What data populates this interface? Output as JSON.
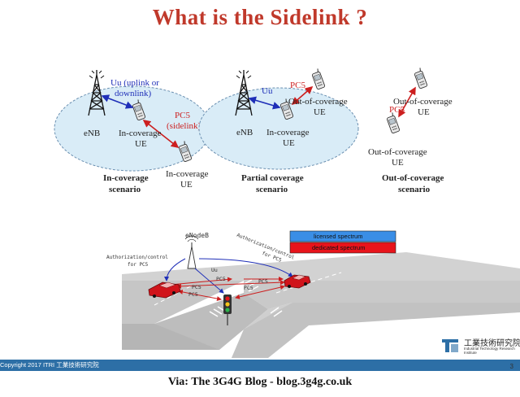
{
  "title": "What is the Sidelink ?",
  "scenario1": {
    "uu_label_1": "Uu (uplink or",
    "uu_label_2": "downlink)",
    "pc5_label_1": "PC5",
    "pc5_label_2": "(sidelink)",
    "enb": "eNB",
    "ue_in_1": "In-coverage",
    "ue_in_2": "UE",
    "ue_in2_1": "In-coverage",
    "ue_in2_2": "UE",
    "caption_1": "In-coverage",
    "caption_2": "scenario"
  },
  "scenario2": {
    "uu_label": "Uu",
    "pc5_label": "PC5",
    "enb": "eNB",
    "ue_in_1": "In-coverage",
    "ue_in_2": "UE",
    "ue_out_1": "Out-of-coverage",
    "ue_out_2": "UE",
    "caption_1": "Partial coverage",
    "caption_2": "scenario"
  },
  "scenario3": {
    "pc5_label": "PC5",
    "ue_out_a_1": "Out-of-coverage",
    "ue_out_a_2": "UE",
    "ue_out_b_1": "Out-of-coverage",
    "ue_out_b_2": "UE",
    "caption_1": "Out-of-coverage",
    "caption_2": "scenario"
  },
  "v2x": {
    "enodeb": "eNodeB",
    "auth_left_1": "Authorization/control",
    "auth_left_2": "for PC5",
    "auth_right_1": "Authorization/control",
    "auth_right_2": "for PC5",
    "uu": "Uu",
    "pc5_a": "PC5",
    "pc5_b": "PC5",
    "pc5_c": "PC5",
    "pc5_d": "PC5",
    "pc5_e": "PC5"
  },
  "legend": {
    "licensed": "licensed spectrum",
    "dedicated": "dedicated spectrum",
    "licensed_color": "#3a8ee6",
    "dedicated_color": "#e8141b"
  },
  "footer": {
    "copyright": "Copyright 2017 ITRI 工業技術研究院",
    "page": "3"
  },
  "logo": {
    "name_cn": "工業技術研究院",
    "name_en": "Industrial Technology Research Institute"
  },
  "via": "Via: The 3G4G Blog - blog.3g4g.co.uk"
}
